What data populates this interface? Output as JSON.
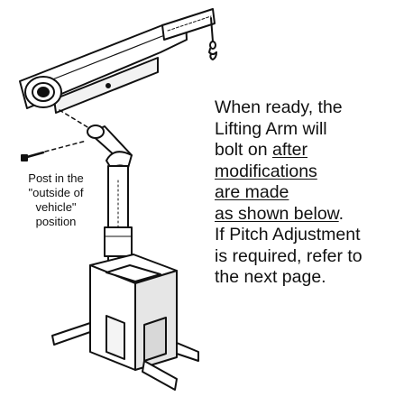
{
  "callout": {
    "line1": "Post in the",
    "line2": "\"outside of",
    "line3": "vehicle\"",
    "line4": "position"
  },
  "note": {
    "l1": "When ready, the",
    "l2": "Lifting Arm will",
    "l3_plain": "bolt on ",
    "l3_link": "after",
    "l4": "modifications",
    "l5": "are made",
    "l6_link": "as shown below",
    "l6_tail": ".",
    "l7": "If Pitch Adjustment",
    "l8": "is required, refer to",
    "l9": "the next page."
  },
  "colors": {
    "ink": "#111111",
    "paper": "#ffffff",
    "shade": "#d8d8d8"
  }
}
